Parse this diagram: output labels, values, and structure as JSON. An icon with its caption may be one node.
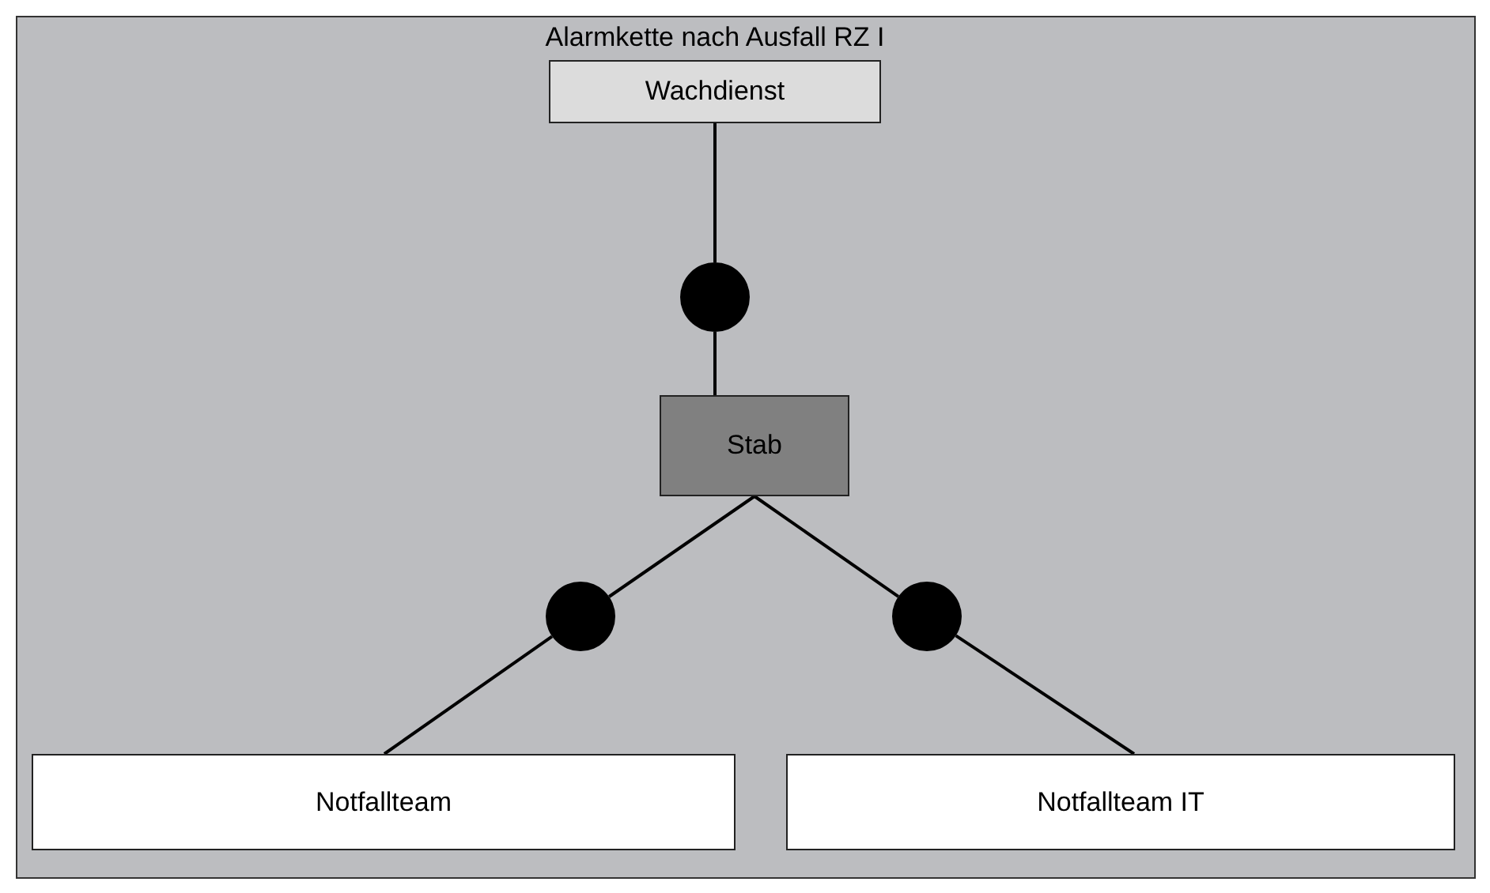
{
  "diagram": {
    "title": "Alarmkette nach Ausfall RZ I",
    "nodes": [
      {
        "text": [
          "Wachdienst"
        ]
      },
      {
        "text": [],
        "shape": "circle"
      },
      {
        "text": [
          "Stab"
        ]
      },
      {
        "text": [],
        "shape": "circle"
      },
      {
        "text": [],
        "shape": "circle"
      },
      {
        "text": [
          "Notfallteam"
        ]
      },
      {
        "text": [
          "Notfallteam IT"
        ]
      }
    ],
    "edges": [
      {
        "from": 0,
        "to": 1,
        "arrow": "none"
      },
      {
        "from": 1,
        "to": 2,
        "arrow": "none"
      },
      {
        "from": 2,
        "to": 3,
        "arrow": "none"
      },
      {
        "from": 3,
        "to": 5,
        "arrow": "none"
      },
      {
        "from": 2,
        "to": 4,
        "arrow": "none"
      },
      {
        "from": 4,
        "to": 6,
        "arrow": "none"
      }
    ]
  }
}
